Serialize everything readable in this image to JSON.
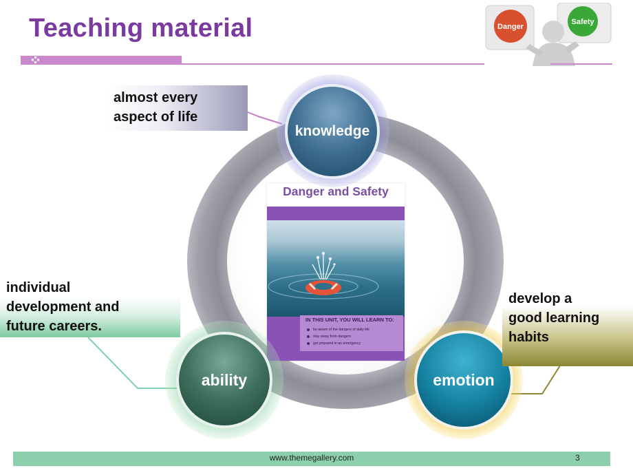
{
  "slide": {
    "title": "Teaching material"
  },
  "header_image": {
    "sign_left": "Danger",
    "sign_right": "Safety"
  },
  "nodes": {
    "knowledge": "knowledge",
    "ability": "ability",
    "emotion": "emotion"
  },
  "callouts": {
    "knowledge": [
      "almost every",
      "aspect of life"
    ],
    "ability": [
      "individual",
      "development  and",
      "future careers."
    ],
    "emotion": [
      "develop  a",
      "good learning",
      "habits"
    ]
  },
  "book": {
    "title": "Danger and Safety",
    "heading": "IN THIS UNIT, YOU WILL LEARN TO:",
    "items": [
      "be aware of the dangers of daily life",
      "stay away from dangers",
      "get prepared in an emergency"
    ]
  },
  "footer": {
    "url": "www.themegallery.com",
    "page_number": "3"
  },
  "colors": {
    "title": "#7a3aa0",
    "accent_bar": "#cc88cc",
    "footer": "#8ccfad",
    "knowledge_node": "#3f6f93",
    "ability_node": "#3d6e5c",
    "emotion_node": "#14809f"
  }
}
